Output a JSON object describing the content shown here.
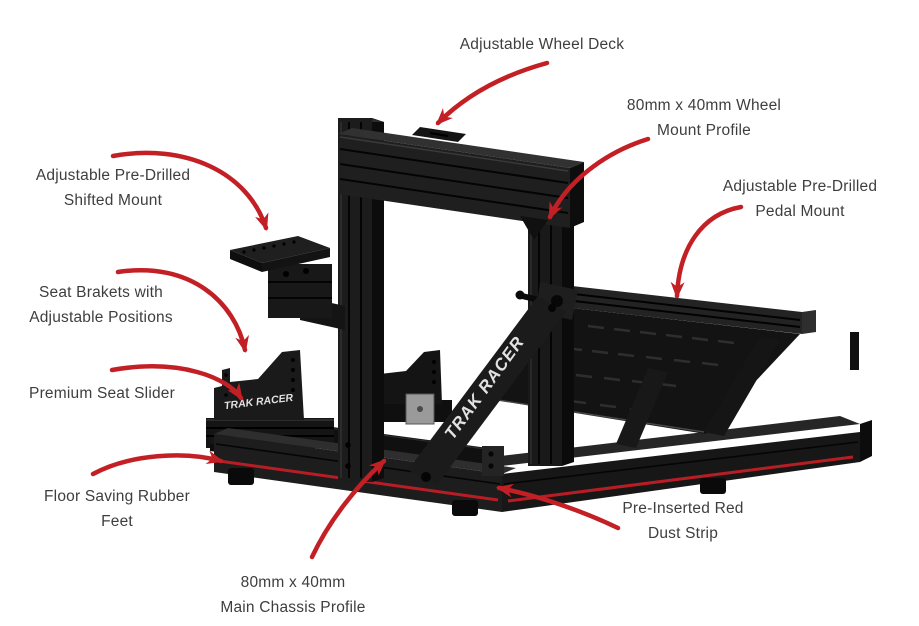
{
  "diagram_title": "Racing simulator chassis feature callouts",
  "brand": {
    "name": "TRAK RACER"
  },
  "colors": {
    "background": "#ffffff",
    "arrow_red": "#c32026",
    "dust_strip_red": "#b71d24",
    "label_text": "#3e3e3e",
    "frame_black": "#1a1a1a"
  },
  "labels": {
    "wheel_deck": {
      "lines": [
        "Adjustable Wheel Deck"
      ]
    },
    "wheel_mount_profile": {
      "lines": [
        "80mm x 40mm Wheel",
        "Mount Profile"
      ]
    },
    "shifted_mount": {
      "lines": [
        "Adjustable Pre-Drilled",
        "Shifted Mount"
      ]
    },
    "pedal_mount": {
      "lines": [
        "Adjustable Pre-Drilled",
        "Pedal Mount"
      ]
    },
    "seat_brackets": {
      "lines": [
        "Seat Brakets with",
        "Adjustable Positions"
      ]
    },
    "seat_slider": {
      "lines": [
        "Premium Seat Slider"
      ]
    },
    "rubber_feet": {
      "lines": [
        "Floor Saving Rubber",
        "Feet"
      ]
    },
    "dust_strip": {
      "lines": [
        "Pre-Inserted Red",
        "Dust Strip"
      ]
    },
    "chassis_profile": {
      "lines": [
        "80mm x 40mm",
        "Main Chassis Profile"
      ]
    }
  }
}
